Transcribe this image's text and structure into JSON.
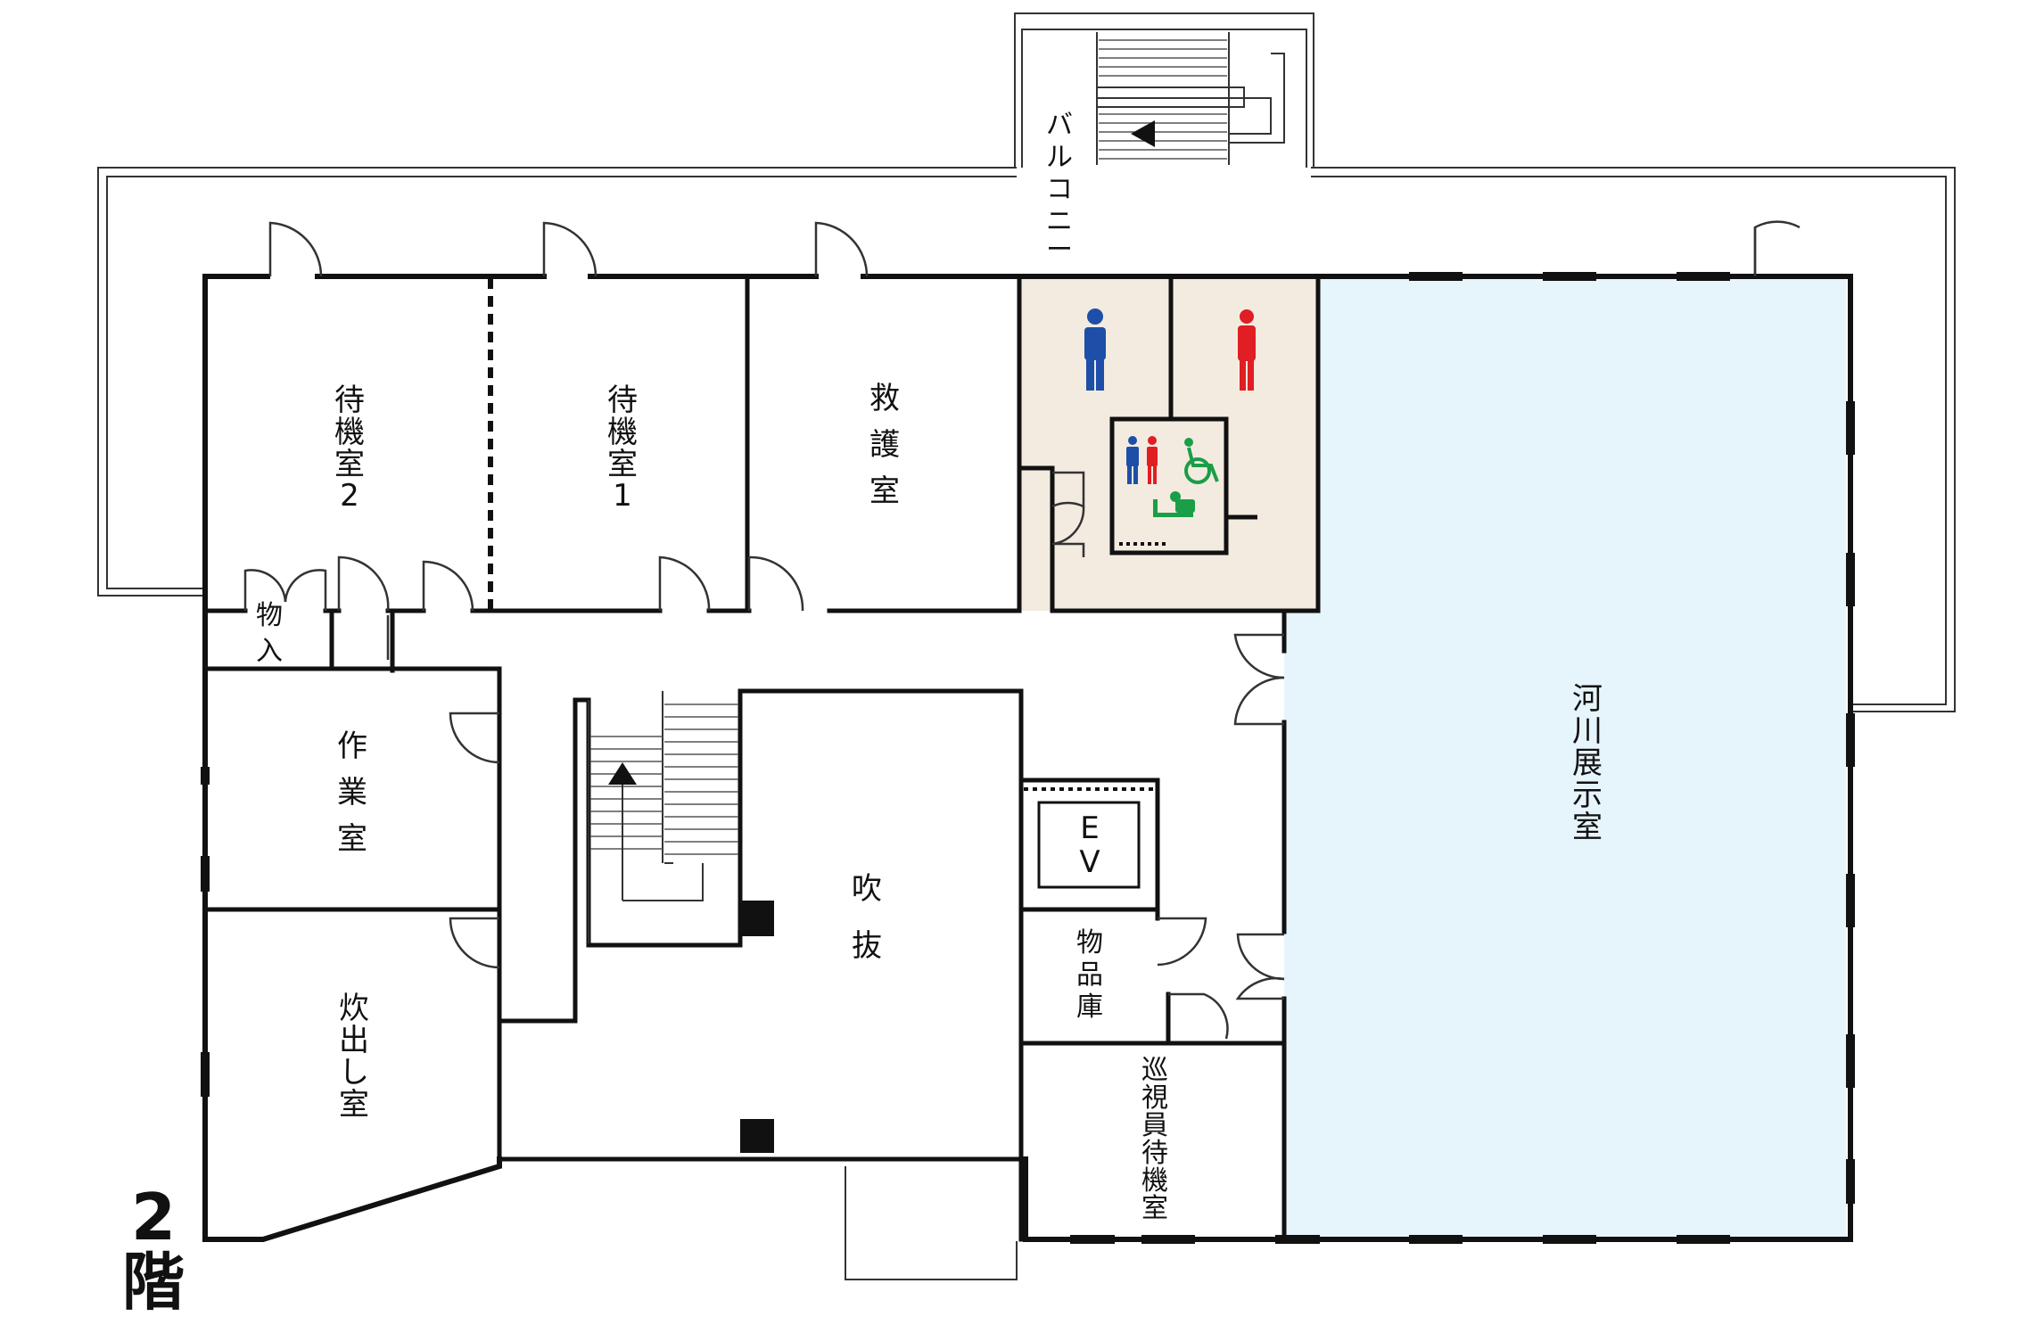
{
  "floor_label": {
    "number": "2",
    "kanji": "階"
  },
  "colors": {
    "wall": "#111111",
    "exhibition_fill": "#E6F4FB",
    "restroom_fill": "#F3EBE0",
    "male": "#1E4FA8",
    "female": "#E01E24",
    "accessible": "#1A9E48"
  },
  "rooms": {
    "waiting_room_2": [
      "待",
      "機",
      "室",
      "2"
    ],
    "waiting_room_1": [
      "待",
      "機",
      "室",
      "1"
    ],
    "first_aid_room": [
      "救",
      "護",
      "室"
    ],
    "storage_small": [
      "物",
      "入"
    ],
    "work_room": [
      "作",
      "業",
      "室"
    ],
    "kitchen_room": [
      "炊",
      "出",
      "し",
      "室"
    ],
    "atrium": [
      "吹",
      "抜"
    ],
    "elevator": [
      "E",
      "V"
    ],
    "supply_storage": [
      "物",
      "品",
      "庫"
    ],
    "patrol_waiting_room": [
      "巡",
      "視",
      "員",
      "待",
      "機",
      "室"
    ],
    "river_exhibition_room": [
      "河",
      "川",
      "展",
      "示",
      "室"
    ],
    "balcony": [
      "バ",
      "ル",
      "コ",
      "ニ",
      "ー"
    ]
  },
  "icons": {
    "male_restroom": "male-restroom-icon",
    "female_restroom": "female-restroom-icon",
    "multipurpose_restroom": "multipurpose-restroom-icon",
    "stairs_arrow": "stairs-arrow-icon"
  }
}
